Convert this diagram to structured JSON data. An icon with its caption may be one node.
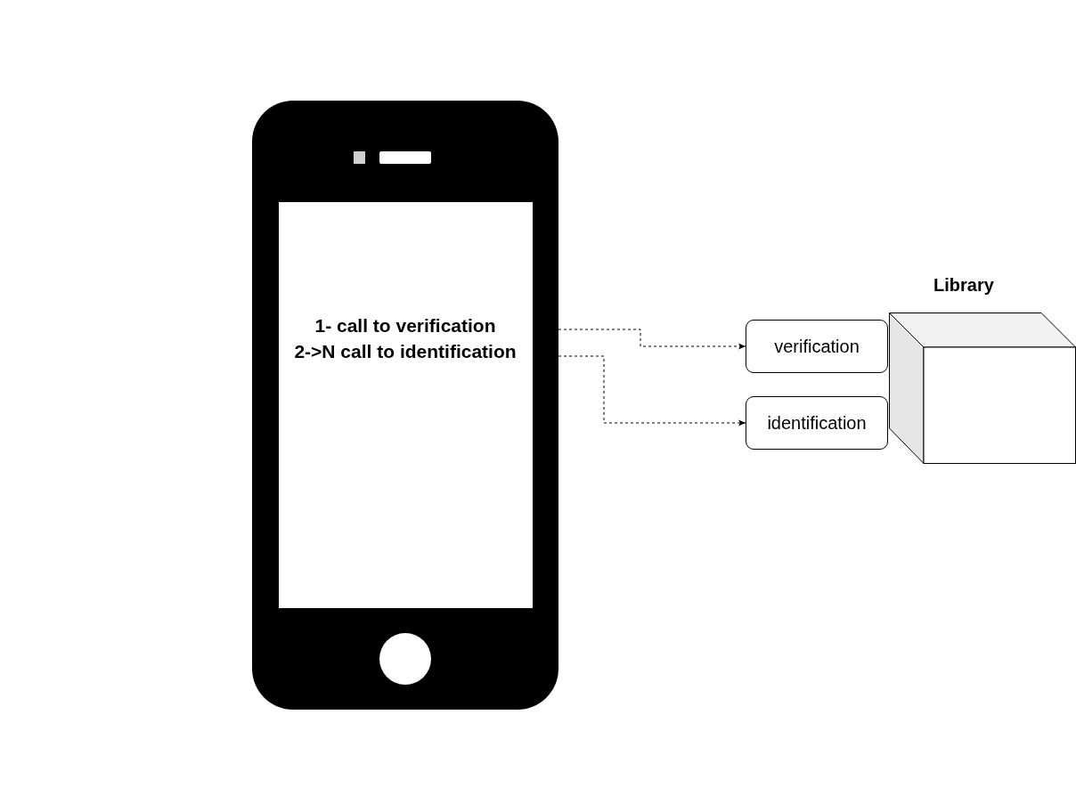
{
  "diagram": {
    "nodes": [
      {
        "text": [
          "1- call to verification",
          "2->N call to identification"
        ]
      },
      {
        "text": [
          "verification"
        ]
      },
      {
        "text": [
          "identification"
        ]
      },
      {
        "text": [
          "Library"
        ]
      }
    ],
    "edges": [
      {
        "from": 0,
        "to": 1,
        "arrow": "to",
        "style": "dashed"
      },
      {
        "from": 0,
        "to": 2,
        "arrow": "to",
        "style": "dashed"
      }
    ]
  }
}
